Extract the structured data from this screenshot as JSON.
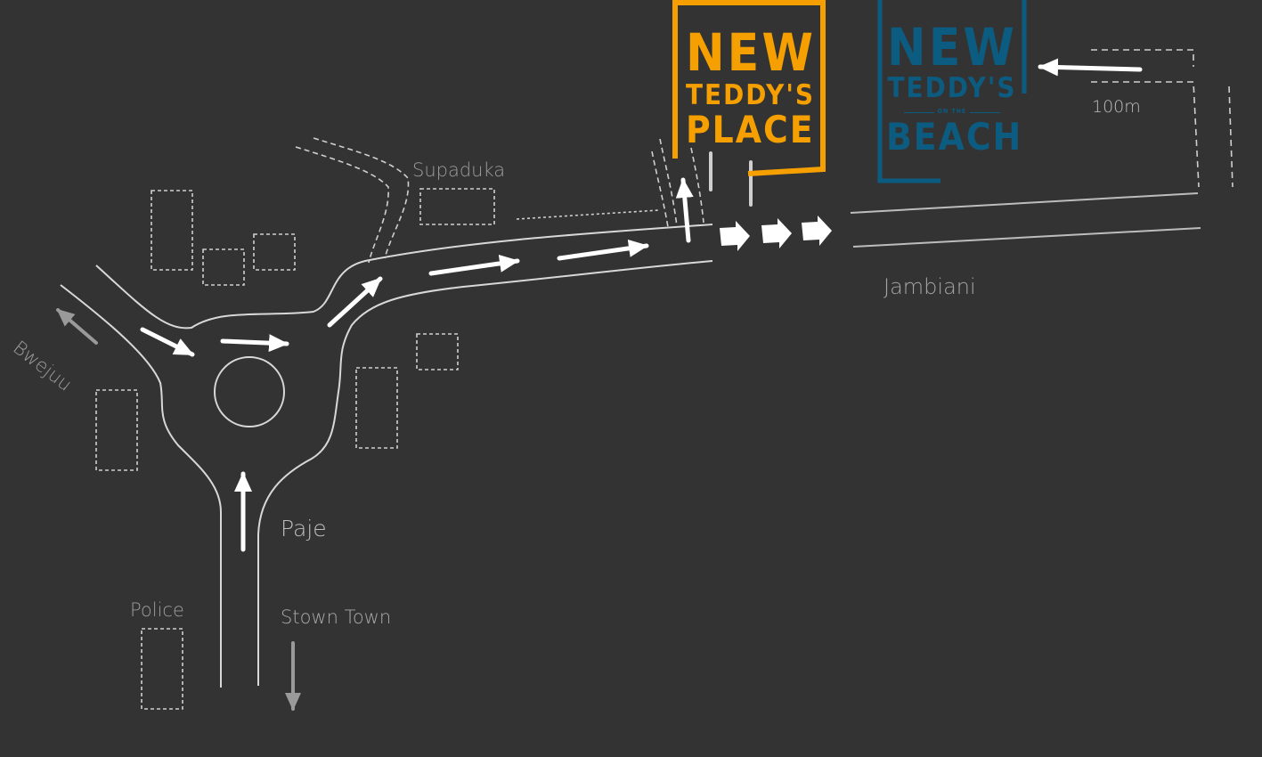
{
  "map": {
    "places": {
      "supaduka": "Supaduka",
      "jambiani": "Jambiani",
      "paje": "Paje",
      "stown_town": "Stown Town",
      "police": "Police",
      "bwejuu": "Bwejuu"
    },
    "distance_label": "100m",
    "sign_place": {
      "line1": "NEW",
      "line2": "TEDDY'S",
      "line3": "PLACE",
      "color": "#f5a000"
    },
    "sign_beach": {
      "line1": "NEW",
      "line2": "TEDDY'S",
      "small": "ON THE",
      "line3": "BEACH",
      "color": "#0c5b80"
    },
    "colors": {
      "background": "#333333",
      "road": "#d8d8d8",
      "route_arrow": "#ffffff",
      "secondary_arrow": "#9a9a9a",
      "building_outline": "#cfcfcf"
    },
    "icons": [
      "route-arrow-icon",
      "direction-arrow-icon",
      "chevron-arrow-icon",
      "roundabout"
    ]
  }
}
